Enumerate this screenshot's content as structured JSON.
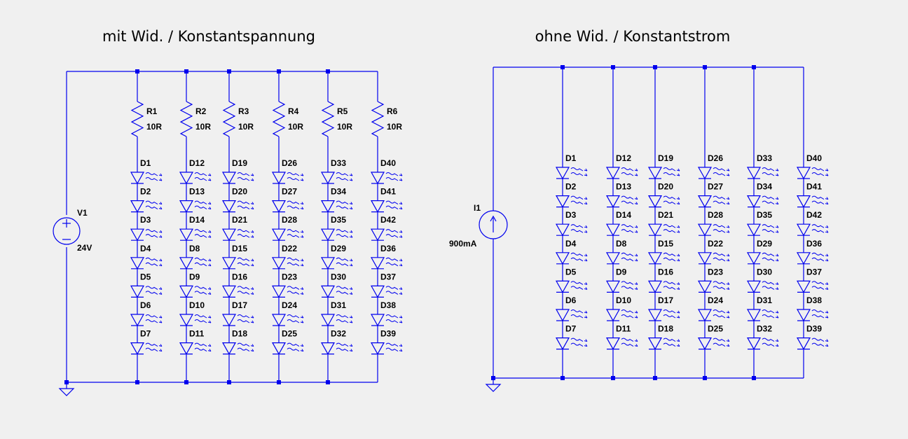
{
  "left_title": "mit Wid. / Konstantspannung",
  "right_title": "ohne Wid. / Konstantstrom",
  "colors": {
    "wire": "#0000ee",
    "background": "#f0f0f0",
    "text": "#000000"
  },
  "left": {
    "source": {
      "name": "V1",
      "value": "24V"
    },
    "strings": [
      {
        "res": "R1",
        "rval": "10R",
        "leds": [
          "D1",
          "D2",
          "D3",
          "D4",
          "D5",
          "D6",
          "D7"
        ]
      },
      {
        "res": "R2",
        "rval": "10R",
        "leds": [
          "D12",
          "D13",
          "D14",
          "D8",
          "D9",
          "D10",
          "D11"
        ]
      },
      {
        "res": "R3",
        "rval": "10R",
        "leds": [
          "D19",
          "D20",
          "D21",
          "D15",
          "D16",
          "D17",
          "D18"
        ]
      },
      {
        "res": "R4",
        "rval": "10R",
        "leds": [
          "D26",
          "D27",
          "D28",
          "D22",
          "D23",
          "D24",
          "D25"
        ]
      },
      {
        "res": "R5",
        "rval": "10R",
        "leds": [
          "D33",
          "D34",
          "D35",
          "D29",
          "D30",
          "D31",
          "D32"
        ]
      },
      {
        "res": "R6",
        "rval": "10R",
        "leds": [
          "D40",
          "D41",
          "D42",
          "D36",
          "D37",
          "D38",
          "D39"
        ]
      }
    ]
  },
  "right": {
    "source": {
      "name": "I1",
      "value": "900mA"
    },
    "strings": [
      {
        "leds": [
          "D1",
          "D2",
          "D3",
          "D4",
          "D5",
          "D6",
          "D7"
        ]
      },
      {
        "leds": [
          "D12",
          "D13",
          "D14",
          "D8",
          "D9",
          "D10",
          "D11"
        ]
      },
      {
        "leds": [
          "D19",
          "D20",
          "D21",
          "D15",
          "D16",
          "D17",
          "D18"
        ]
      },
      {
        "leds": [
          "D26",
          "D27",
          "D28",
          "D22",
          "D23",
          "D24",
          "D25"
        ]
      },
      {
        "leds": [
          "D33",
          "D34",
          "D35",
          "D29",
          "D30",
          "D31",
          "D32"
        ]
      },
      {
        "leds": [
          "D40",
          "D41",
          "D42",
          "D36",
          "D37",
          "D38",
          "D39"
        ]
      }
    ]
  }
}
